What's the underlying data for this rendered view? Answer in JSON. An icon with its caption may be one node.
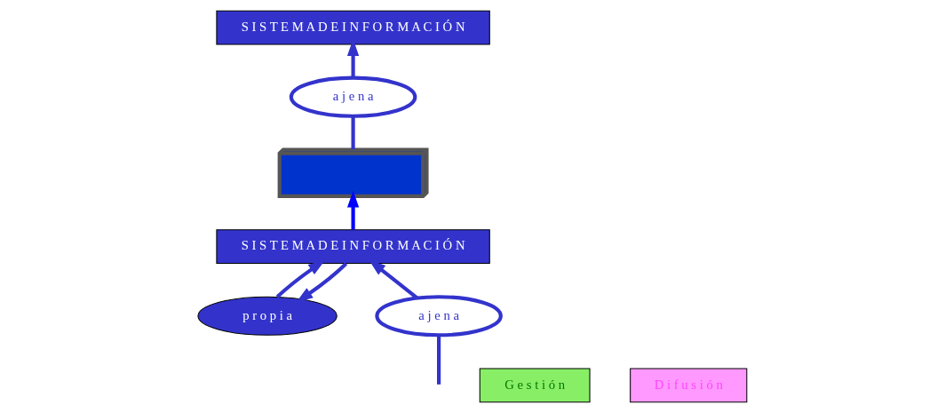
{
  "diagram": {
    "nodes": [
      {
        "text": [
          "S I S T E M A D E I N F O R M A C I Ó N"
        ]
      },
      {
        "text": [
          "a j e n a"
        ]
      },
      {
        "text": [],
        "shape": "box"
      },
      {
        "text": [
          "G e s t i ó n"
        ]
      },
      {
        "text": [
          "S I S T E M A D E I N F O R M A C I Ó N"
        ]
      },
      {
        "text": [
          "p r o p i a"
        ]
      },
      {
        "text": [
          "a j e n a"
        ]
      },
      {
        "text": [
          "D i f u s i ó n"
        ]
      }
    ],
    "edges": [
      {
        "from": 4,
        "to": 2,
        "arrow": "to",
        "color": "#0000ff"
      },
      {
        "from": 2,
        "to": 1,
        "arrow": "none"
      },
      {
        "from": 1,
        "to": 0,
        "arrow": "to"
      },
      {
        "from": 4,
        "to": 5,
        "arrow": "to"
      },
      {
        "from": 5,
        "to": 4,
        "arrow": "to"
      },
      {
        "from": null,
        "to": 6,
        "arrow": "none"
      },
      {
        "from": 6,
        "to": 4,
        "arrow": "to"
      }
    ]
  }
}
